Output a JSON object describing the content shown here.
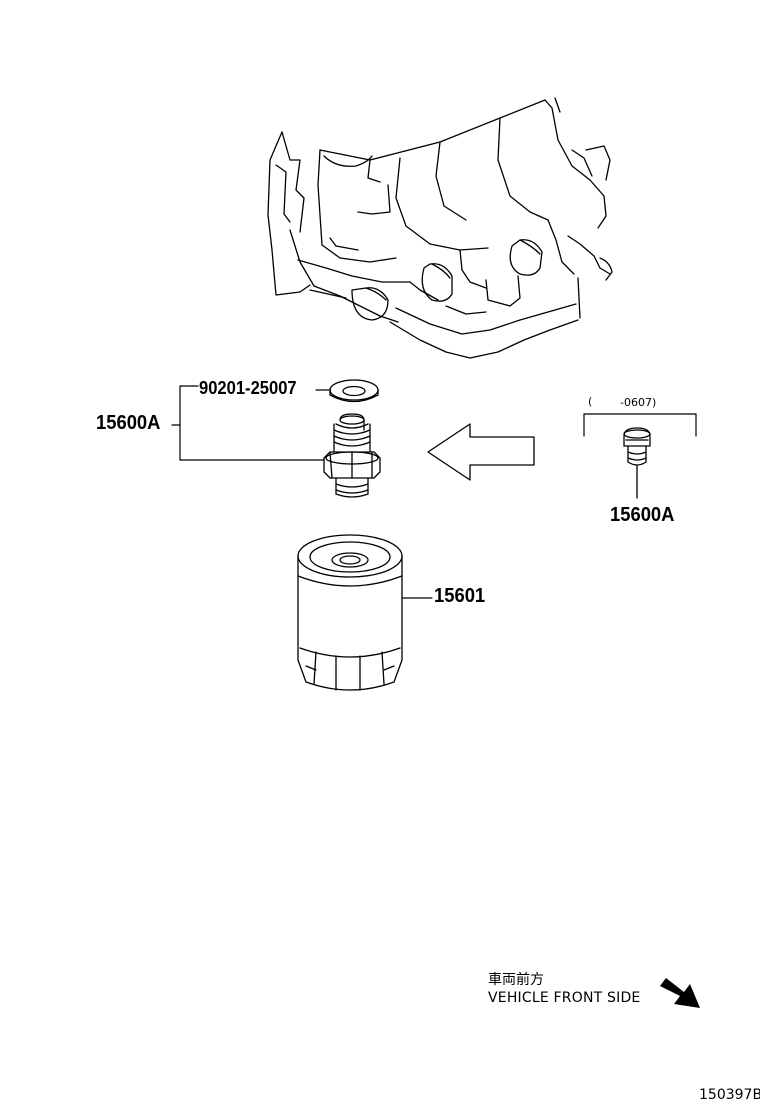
{
  "callouts": {
    "gasket_part": "90201-25007",
    "union_part_left": "15600A",
    "filter_part": "15601",
    "union_part_right": "15600A",
    "date_range_open": "(",
    "date_range_end": "-0607)"
  },
  "direction": {
    "japanese": "車両前方",
    "english": "VEHICLE FRONT SIDE"
  },
  "figure_code": "150397B",
  "icons": {
    "direction_arrow": "arrow-down-right-icon",
    "replacement_arrow": "arrow-left-outline-icon"
  }
}
